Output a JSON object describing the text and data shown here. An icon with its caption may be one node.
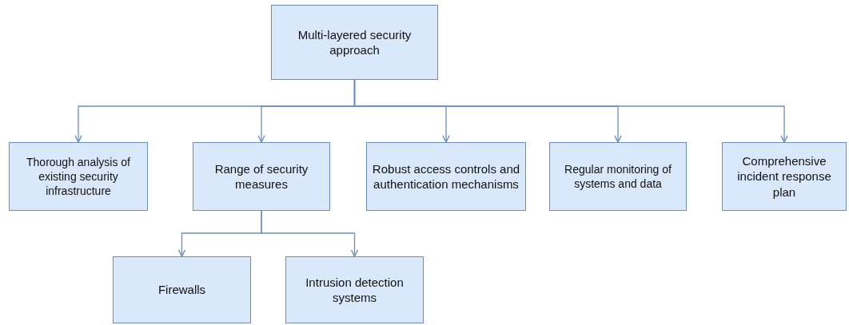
{
  "diagram": {
    "nodes": [
      {
        "text": [
          "Multi-layered security approach"
        ]
      },
      {
        "text": [
          "Thorough analysis of existing security infrastructure"
        ]
      },
      {
        "text": [
          "Range of security measures"
        ]
      },
      {
        "text": [
          "Robust access controls and authentication mechanisms"
        ]
      },
      {
        "text": [
          "Regular monitoring of systems and data"
        ]
      },
      {
        "text": [
          "Comprehensive incident response plan"
        ]
      },
      {
        "text": [
          "Firewalls"
        ]
      },
      {
        "text": [
          "Intrusion detection systems"
        ]
      }
    ],
    "edges": [
      {
        "from": 0,
        "to": 1,
        "arrow": "to"
      },
      {
        "from": 0,
        "to": 2,
        "arrow": "to"
      },
      {
        "from": 0,
        "to": 3,
        "arrow": "to"
      },
      {
        "from": 0,
        "to": 4,
        "arrow": "to"
      },
      {
        "from": 0,
        "to": 5,
        "arrow": "to"
      },
      {
        "from": 2,
        "to": 6,
        "arrow": "to"
      },
      {
        "from": 2,
        "to": 7,
        "arrow": "to"
      }
    ]
  }
}
